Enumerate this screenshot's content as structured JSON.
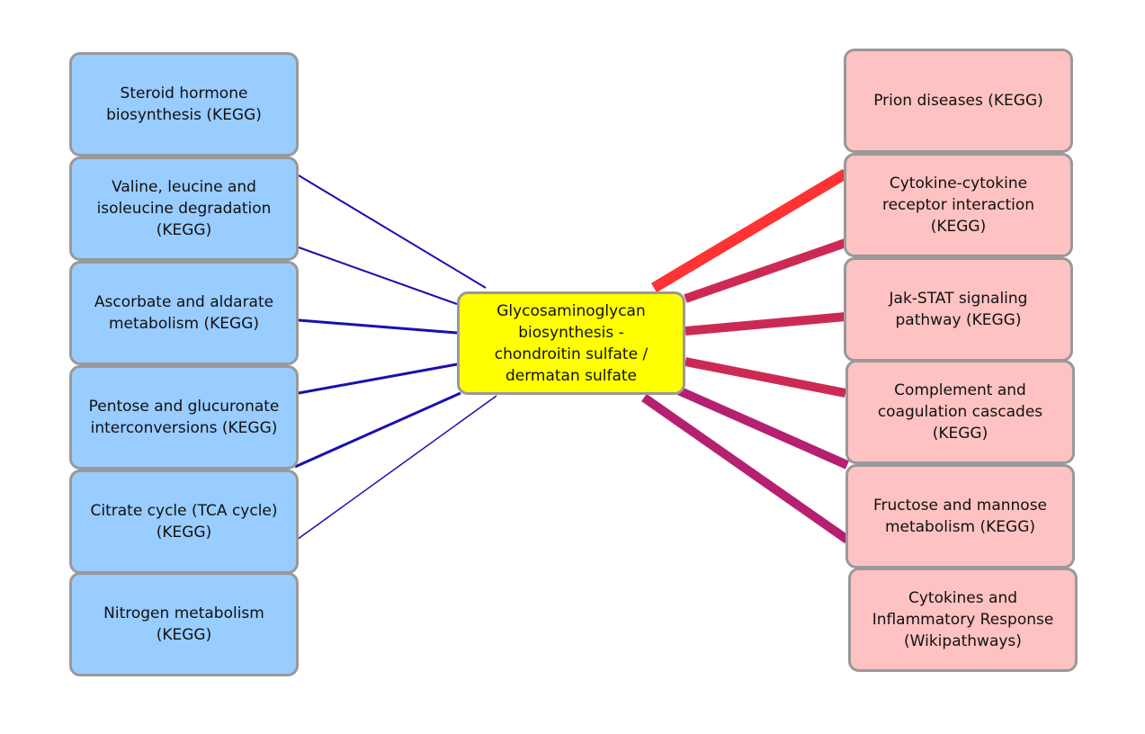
{
  "center": {
    "label": "Glycosaminoglycan\nbiosynthesis -\nchondroitin sulfate /\ndermatan sulfate",
    "color": "#ffff00"
  },
  "left_nodes": [
    {
      "label": "Steroid hormone\nbiosynthesis (KEGG)"
    },
    {
      "label": "Valine, leucine and\nisoleucine degradation\n(KEGG)"
    },
    {
      "label": "Ascorbate and aldarate\nmetabolism (KEGG)"
    },
    {
      "label": "Pentose and glucuronate\ninterconversions (KEGG)"
    },
    {
      "label": "Citrate cycle (TCA cycle)\n(KEGG)"
    },
    {
      "label": "Nitrogen metabolism\n(KEGG)"
    }
  ],
  "right_nodes": [
    {
      "label": "Prion diseases (KEGG)"
    },
    {
      "label": "Cytokine-cytokine\nreceptor interaction\n(KEGG)"
    },
    {
      "label": "Jak-STAT signaling\npathway (KEGG)"
    },
    {
      "label": "Complement and\ncoagulation cascades\n(KEGG)"
    },
    {
      "label": "Fructose and mannose\nmetabolism (KEGG)"
    },
    {
      "label": "Cytokines and\nInflammatory Response\n(Wikipathways)"
    }
  ],
  "colors": {
    "left_fill": "#99ccff",
    "right_fill": "#ffc2c2",
    "border": "#999999",
    "left_edge": "#1a0fb0",
    "right_edge_strong": "#ff3333",
    "right_edge": "#cc2a55",
    "right_edge_weak": "#b52070"
  }
}
